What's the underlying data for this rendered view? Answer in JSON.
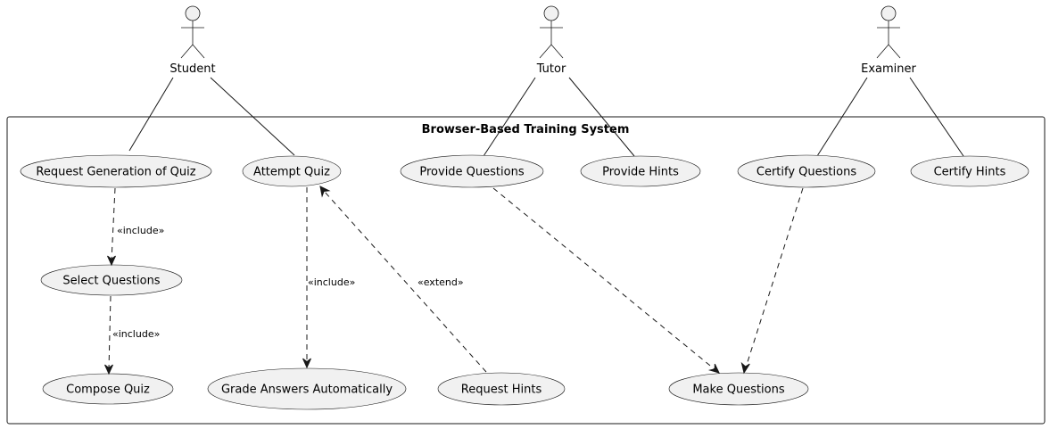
{
  "system": {
    "title": "Browser-Based Training System"
  },
  "actors": {
    "student": "Student",
    "tutor": "Tutor",
    "examiner": "Examiner"
  },
  "use_cases": {
    "request_generation": "Request Generation of Quiz",
    "attempt_quiz": "Attempt Quiz",
    "provide_questions": "Provide Questions",
    "provide_hints": "Provide Hints",
    "certify_questions": "Certify Questions",
    "certify_hints": "Certify Hints",
    "select_questions": "Select Questions",
    "compose_quiz": "Compose Quiz",
    "grade_answers": "Grade Answers Automatically",
    "request_hints": "Request Hints",
    "make_questions": "Make Questions"
  },
  "relations": {
    "include_1": "«include»",
    "include_2": "«include»",
    "include_3": "«include»",
    "extend_1": "«extend»"
  }
}
